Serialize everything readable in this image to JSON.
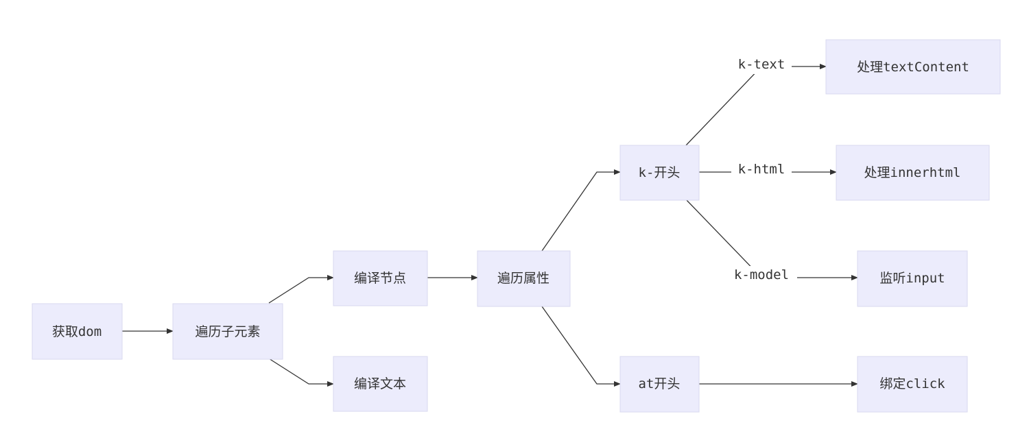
{
  "diagram": {
    "nodes": {
      "get_dom": "获取dom",
      "traverse_children": "遍历子元素",
      "compile_node": "编译节点",
      "compile_text": "编译文本",
      "traverse_attrs": "遍历属性",
      "k_prefix": "k-开头",
      "at_prefix": "at开头",
      "handle_text_content": "处理textContent",
      "handle_inner_html": "处理innerhtml",
      "listen_input": "监听input",
      "bind_click": "绑定click"
    },
    "edge_labels": {
      "k_text": "k-text",
      "k_html": "k-html",
      "k_model": "k-model"
    },
    "edges": [
      {
        "from": "get_dom",
        "to": "traverse_children"
      },
      {
        "from": "traverse_children",
        "to": "compile_node"
      },
      {
        "from": "traverse_children",
        "to": "compile_text"
      },
      {
        "from": "compile_node",
        "to": "traverse_attrs"
      },
      {
        "from": "traverse_attrs",
        "to": "k_prefix"
      },
      {
        "from": "traverse_attrs",
        "to": "at_prefix"
      },
      {
        "from": "k_prefix",
        "to": "handle_text_content",
        "label": "k_text"
      },
      {
        "from": "k_prefix",
        "to": "handle_inner_html",
        "label": "k_html"
      },
      {
        "from": "k_prefix",
        "to": "listen_input",
        "label": "k_model"
      },
      {
        "from": "at_prefix",
        "to": "bind_click"
      }
    ]
  }
}
